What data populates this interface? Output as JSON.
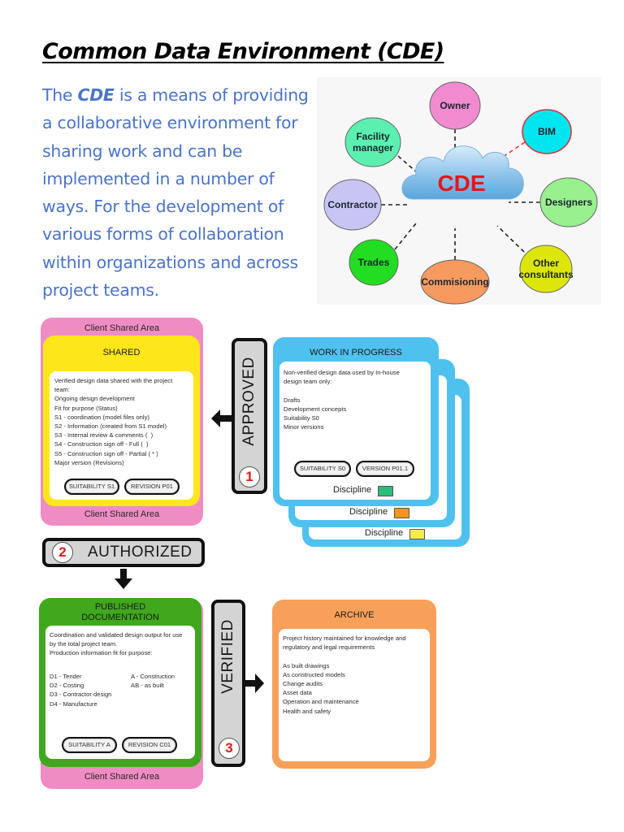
{
  "header": {
    "title": "Common Data Environment (CDE)"
  },
  "intro": {
    "prefix": "The ",
    "emphasis": "CDE",
    "rest": " is a means of providing a collaborative environment for sharing work and can be implemented in a number of ways. For the development of various forms of collaboration within organizations and across project teams."
  },
  "cde_diagram": {
    "center_label": "CDE",
    "nodes": [
      {
        "id": "owner",
        "lines": [
          "Owner"
        ],
        "color": "#f28ad0"
      },
      {
        "id": "bim",
        "lines": [
          "BIM"
        ],
        "color": "#00e6f0"
      },
      {
        "id": "designers",
        "lines": [
          "Designers"
        ],
        "color": "#98f08e"
      },
      {
        "id": "other-consultants",
        "lines": [
          "Other",
          "consultants"
        ],
        "color": "#dde60a"
      },
      {
        "id": "commisioning",
        "lines": [
          "Commisioning"
        ],
        "color": "#f79a60"
      },
      {
        "id": "trades",
        "lines": [
          "Trades"
        ],
        "color": "#22dd22"
      },
      {
        "id": "contractor",
        "lines": [
          "Contractor"
        ],
        "color": "#c8c4f4"
      },
      {
        "id": "facility-manager",
        "lines": [
          "Facility",
          "manager"
        ],
        "color": "#5cf0b0"
      }
    ],
    "highlight_link": "bim",
    "colors": {
      "cloud": "#8cc3ea",
      "center_text": "#e8141c",
      "highlight_link": "#e0303a"
    }
  },
  "workflow": {
    "client_shared_area": "Client Shared Area",
    "shared": {
      "title": "SHARED",
      "body": [
        "Verified design data shared with the project",
        "team:",
        "Ongoing design development",
        "Fit for purpose (Status)",
        "S1 - coordination (model files only)",
        "S2 - Information (created from S1 model)",
        "S3 - Internal review & comments (  )",
        "S4 - Construction sign off - Full (  )",
        "S5 - Construction sign off - Partial ( * )",
        "Major version (Revisions)"
      ],
      "pills": [
        "SUITABILITY S1",
        "REVISION P01"
      ]
    },
    "approved": {
      "label": "APPROVED",
      "step": "1"
    },
    "work_in_progress": {
      "title": "WORK IN PROGRESS",
      "body": [
        "Non-verified design data used by In-house",
        "design team only:",
        "",
        "Drafts",
        "Development concepts",
        "Suitability S0",
        "Minor versions"
      ],
      "pills": [
        "SUITABILITY S0",
        "VERSION P01.1"
      ],
      "disciplines": [
        {
          "label": "Discipline",
          "color": "#2dbd7a"
        },
        {
          "label": "Discipline",
          "color": "#f7941d"
        },
        {
          "label": "Discipline",
          "color": "#f3ec4a"
        }
      ]
    },
    "authorized": {
      "label": "AUTHORIZED",
      "step": "2"
    },
    "published": {
      "title_lines": [
        "PUBLISHED",
        "DOCUMENTATION"
      ],
      "body": [
        "Coordination and validated design output for use",
        "by the total project team.",
        "Production information fit for purpose:"
      ],
      "codes_left": [
        "D1 - Tender",
        "D2 - Costing",
        "D3 - Contractor design",
        "D4 - Manufacture"
      ],
      "codes_right": [
        "A - Construction",
        "AB - as built"
      ],
      "pills": [
        "SUITABILITY A",
        "REVISION C01"
      ]
    },
    "verified": {
      "label": "VERIFIED",
      "step": "3"
    },
    "archive": {
      "title": "ARCHIVE",
      "body": [
        "Project history maintained for knowledge and",
        "regulatory and legal requirements",
        "",
        "As built drawings",
        "As constructed models",
        "Change audits",
        "Asset data",
        "Operation and maintenance",
        "Health and safety"
      ]
    },
    "colors": {
      "client_area": "#f08cc4",
      "shared": "#fde619",
      "wip": "#4fc1ef",
      "published": "#3fa81c",
      "archive": "#f7a05a",
      "status_bar": "#d4d4d4",
      "step_number": "#e01b1b"
    }
  }
}
